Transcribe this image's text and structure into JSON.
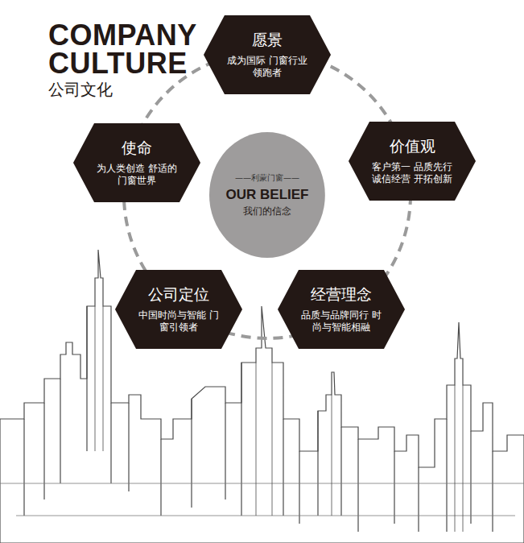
{
  "diagram": {
    "title": "COMPANY CULTURE",
    "nodes": [
      {
        "text": [
          "愿景",
          "成为国际 门窗行业领跑者"
        ]
      },
      {
        "text": [
          "价值观",
          "客户第一 品质先行 诚信经营 开拓创新"
        ]
      },
      {
        "text": [
          "经营理念",
          "品质与品牌同行 时尚与智能相融"
        ]
      },
      {
        "text": [
          "公司定位",
          "中国时尚与智能 门窗引领者"
        ]
      },
      {
        "text": [
          "使命",
          "为人类创造 舒适的门窗世界"
        ]
      },
      {
        "text": [
          "——利蒙门窗——",
          "OUR BELIEF",
          "我们的信念"
        ]
      }
    ],
    "labels": [
      "公司文化"
    ]
  }
}
